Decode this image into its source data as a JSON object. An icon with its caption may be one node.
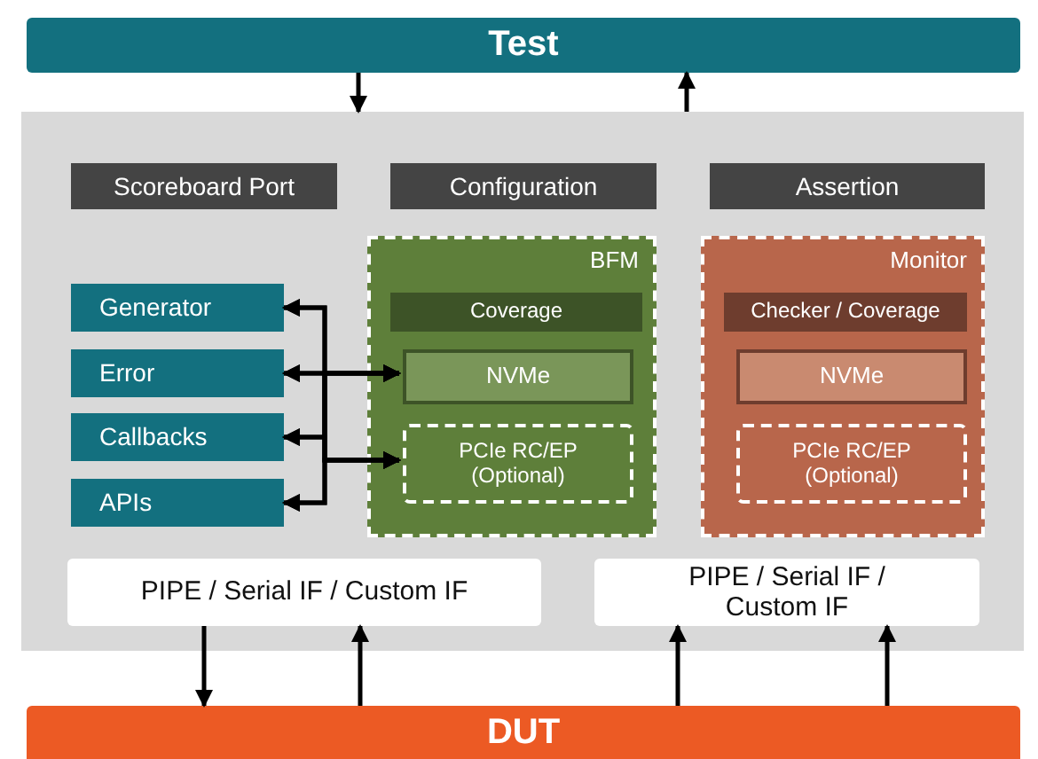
{
  "diagram": {
    "nodes": [
      {
        "text": [
          "Test"
        ]
      },
      {
        "text": [],
        "shape": "box"
      },
      {
        "text": [
          "Scoreboard Port"
        ],
        "in": 1
      },
      {
        "text": [
          "Configuration"
        ],
        "in": 1
      },
      {
        "text": [
          "Assertion"
        ],
        "in": 1
      },
      {
        "text": [
          "BFM"
        ],
        "in": 1
      },
      {
        "text": [
          "Coverage"
        ],
        "in": 5
      },
      {
        "text": [
          "NVMe"
        ],
        "in": 5
      },
      {
        "text": [
          "PCIe RC/EP (Optional)"
        ],
        "in": 5
      },
      {
        "text": [
          "Monitor"
        ],
        "in": 1
      },
      {
        "text": [
          "Checker / Coverage"
        ],
        "in": 9
      },
      {
        "text": [
          "NVMe"
        ],
        "in": 9
      },
      {
        "text": [
          "PCIe RC/EP (Optional)"
        ],
        "in": 9
      },
      {
        "text": [
          "Generator"
        ],
        "in": 1
      },
      {
        "text": [
          "Error"
        ],
        "in": 1
      },
      {
        "text": [
          "Callbacks"
        ],
        "in": 1
      },
      {
        "text": [
          "APIs"
        ],
        "in": 1
      },
      {
        "text": [
          "PIPE / Serial IF / Custom IF"
        ],
        "in": 1
      },
      {
        "text": [
          "PIPE / Serial IF / Custom IF"
        ],
        "in": 1
      },
      {
        "text": [
          "DUT"
        ]
      }
    ],
    "edges": [
      {
        "from": 0,
        "to": 1,
        "arrow": "to"
      },
      {
        "from": 1,
        "to": 0,
        "arrow": "to"
      },
      {
        "from": 13,
        "to": 7,
        "arrow": "both"
      },
      {
        "from": 14,
        "to": 7,
        "arrow": "both"
      },
      {
        "from": 15,
        "to": 7,
        "arrow": "both"
      },
      {
        "from": 16,
        "to": 7,
        "arrow": "both"
      },
      {
        "from": 13,
        "to": 8,
        "arrow": "both"
      },
      {
        "from": 14,
        "to": 8,
        "arrow": "both"
      },
      {
        "from": 15,
        "to": 8,
        "arrow": "both"
      },
      {
        "from": 16,
        "to": 8,
        "arrow": "both"
      },
      {
        "from": 17,
        "to": 19,
        "arrow": "to"
      },
      {
        "from": 19,
        "to": 17,
        "arrow": "to"
      },
      {
        "from": 19,
        "to": 18,
        "arrow": "to"
      },
      {
        "from": 19,
        "to": 18,
        "arrow": "to"
      }
    ]
  }
}
